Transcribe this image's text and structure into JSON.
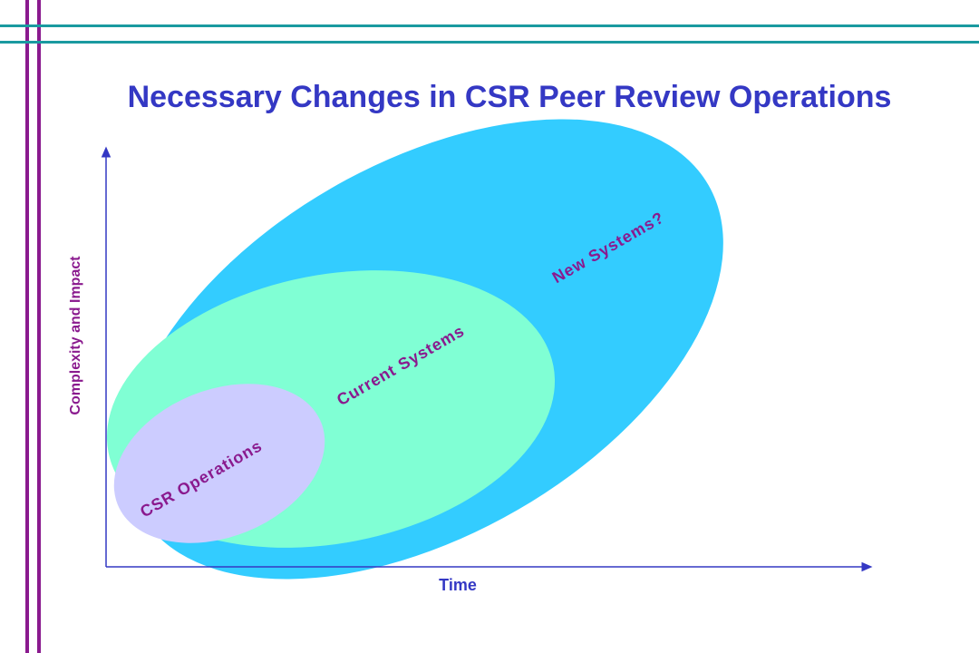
{
  "title": "Necessary Changes in CSR Peer Review Operations",
  "axes": {
    "y_label": "Complexity and Impact",
    "x_label": "Time"
  },
  "ellipses": [
    {
      "label": "New Systems?",
      "color": "#33ccff"
    },
    {
      "label": "Current Systems",
      "color": "#80ffd4"
    },
    {
      "label": "CSR Operations",
      "color": "#ccccff"
    }
  ],
  "colors": {
    "title": "#3438c4",
    "axis": "#3438c4",
    "ellipse_label": "#8a1a8e",
    "frame_vertical": "#8a1a8e",
    "frame_horizontal": "#1a9aa0"
  }
}
